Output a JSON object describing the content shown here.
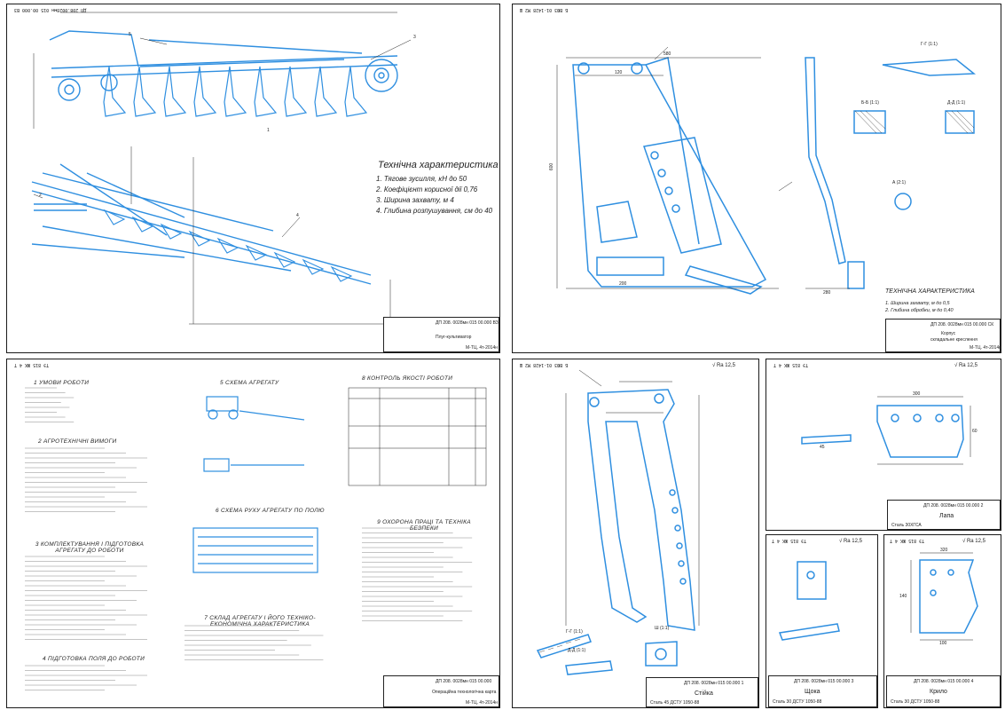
{
  "sheets": [
    {
      "tag": "ДП 208.0028мн 015 00.000 ВЗ",
      "code": "ДП 208. 0028мн 015 00.000 ВЗ",
      "name": "Плуг-культиватор",
      "group": "M-ТЦ. 4т-2014н"
    },
    {
      "tag": "Б ВЮЗ 01-1428 М2 Ш",
      "code": "ДП 208. 0028мн 015 00.000 СК",
      "name": "Корпус",
      "subname": "складальне креслення",
      "group": "M-ТЦ. 4т-2014н"
    },
    {
      "tag": "ТЭ 815 ЖК 4 Т",
      "code": "ДП 208. 0028мн 015 00.000",
      "name": "Операційна технологічна карта",
      "group": "M-ТЦ. 4т-2014н"
    },
    {
      "tag": "Б ВЮЗ 01-1428 М2 Ш",
      "code": "ДП 208. 0028мн 015 00.000 1",
      "name": "Стійка",
      "group": "Сталь 45 ДСТУ 1050-88"
    },
    {
      "tag": "ТЭ 815 ЖК 4 Т",
      "code": "ДП 208. 0028мн 015 00.000 2",
      "name": "Лапа",
      "group": "Сталь 30ХГСА"
    },
    {
      "tag": "ТЭ 815 ЖК 4 Т",
      "code": "ДП 208. 0028мн 015 00.000 3",
      "name": "Щока",
      "group": "Сталь 30 ДСТУ 1050-88"
    },
    {
      "tag": "ТЭ 815 ЖК 4 Т",
      "code": "ДП 208. 0028мн 015 00.000 4",
      "name": "Крило",
      "group": "Сталь 30 ДСТУ 1050-88"
    }
  ],
  "sheet1": {
    "spec_title": "Технічна характеристика",
    "spec_items": [
      "1. Тягове зусилля, кН   до          50",
      "2. Коефіцієнт корисної дії        0,76",
      "3. Ширина захвату, м                4",
      "4. Глибина розпушування, см до   40"
    ],
    "callouts": [
      "5",
      "3",
      "4",
      "1",
      "2"
    ]
  },
  "sheet2": {
    "views": [
      "Г-Г (1:1)",
      "Б-Б (1:1)",
      "Д-Д (1:1)",
      "А (2:1)"
    ],
    "spec_title": "ТЕХНІЧНА ХАРАКТЕРИСТИКА",
    "spec_items": [
      "1. Ширина захвату, м          до 0,5",
      "2. Глибина обробки, м          до 0,40"
    ],
    "dims": [
      "600",
      "580",
      "120",
      "200",
      "280"
    ]
  },
  "sheet3": {
    "sections": [
      "1 УМОВИ РОБОТИ",
      "2 АГРОТЕХНІЧНІ ВИМОГИ",
      "3 КОМПЛЕКТУВАННЯ І ПІДГОТОВКА АГРЕГАТУ ДО РОБОТИ",
      "4 ПІДГОТОВКА ПОЛЯ ДО РОБОТИ",
      "5 СХЕМА АГРЕГАТУ",
      "6 СХЕМА РУХУ АГРЕГАТУ ПО ПОЛЮ",
      "7 СКЛАД АГРЕГАТУ І ЙОГО ТЕХНІКО-ЕКОНОМІЧНА ХАРАКТЕРИСТИКА",
      "8 КОНТРОЛЬ ЯКОСТІ РОБОТИ",
      "9 ОХОРОНА ПРАЦІ ТА ТЕХНІКА БЕЗПЕКИ"
    ]
  },
  "sheet4": {
    "views": [
      "Г-Г (1:1)",
      "Д-Д (1:1)",
      "Ш (1:1)"
    ],
    "roughness": "√ Ra 12,5"
  },
  "sheet5": {
    "roughness": "√ Ra 12,5",
    "dims": [
      "300",
      "60",
      "45"
    ]
  },
  "sheet6": {
    "roughness": "√ Ra 12,5"
  },
  "sheet7": {
    "roughness": "√ Ra 12,5",
    "dims": [
      "320",
      "140",
      "100"
    ]
  },
  "colors": {
    "drawing": "#2f8fe0",
    "frame": "#1a1a1a"
  }
}
